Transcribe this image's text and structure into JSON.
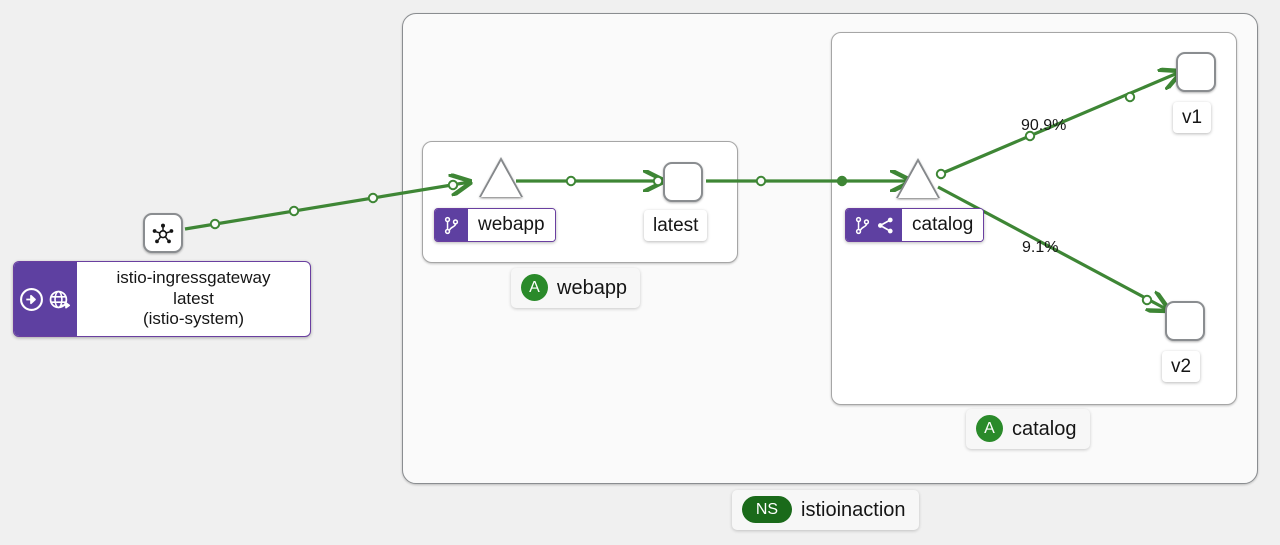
{
  "graph": {
    "background_color": "#f0f0f0",
    "edge_color": "#3e8635",
    "badge_purple": "#5e40a1",
    "badge_green": "#2a8a2a",
    "namespace_badge_green": "#1a6a1a",
    "namespace": {
      "label": "istioinaction",
      "badge": "NS",
      "badge_icon_name": "namespace-badge"
    },
    "apps": [
      {
        "label": "webapp",
        "badge": "A",
        "badge_icon_name": "app-badge"
      },
      {
        "label": "catalog",
        "badge": "A",
        "badge_icon_name": "app-badge"
      }
    ],
    "nodes": [
      {
        "id": "ingressgateway",
        "kind": "workload",
        "lines": [
          "istio-ingressgateway",
          "latest",
          "(istio-system)"
        ],
        "badges": [
          "gateway-arrow-icon",
          "globe-arrow-icon"
        ]
      },
      {
        "id": "mesh-root",
        "kind": "mesh",
        "icon": "service-mesh-icon",
        "label": ""
      },
      {
        "id": "webapp-workload",
        "kind": "workload-triangle",
        "label": "webapp",
        "badges": [
          "code-branch-icon"
        ]
      },
      {
        "id": "webapp-service-latest",
        "kind": "service",
        "label": "latest",
        "badges": []
      },
      {
        "id": "catalog-workload",
        "kind": "workload-triangle",
        "label": "catalog",
        "badges": [
          "code-branch-icon",
          "share-alt-icon"
        ]
      },
      {
        "id": "catalog-v1",
        "kind": "service",
        "label": "v1",
        "badges": []
      },
      {
        "id": "catalog-v2",
        "kind": "service",
        "label": "v2",
        "badges": []
      }
    ],
    "edges": [
      {
        "from": "mesh-root",
        "to": "webapp-workload",
        "label": ""
      },
      {
        "from": "webapp-workload",
        "to": "webapp-service-latest",
        "label": ""
      },
      {
        "from": "webapp-service-latest",
        "to": "catalog-workload",
        "label": ""
      },
      {
        "from": "catalog-workload",
        "to": "catalog-v1",
        "label": "90.9%"
      },
      {
        "from": "catalog-workload",
        "to": "catalog-v2",
        "label": "9.1%"
      }
    ]
  }
}
